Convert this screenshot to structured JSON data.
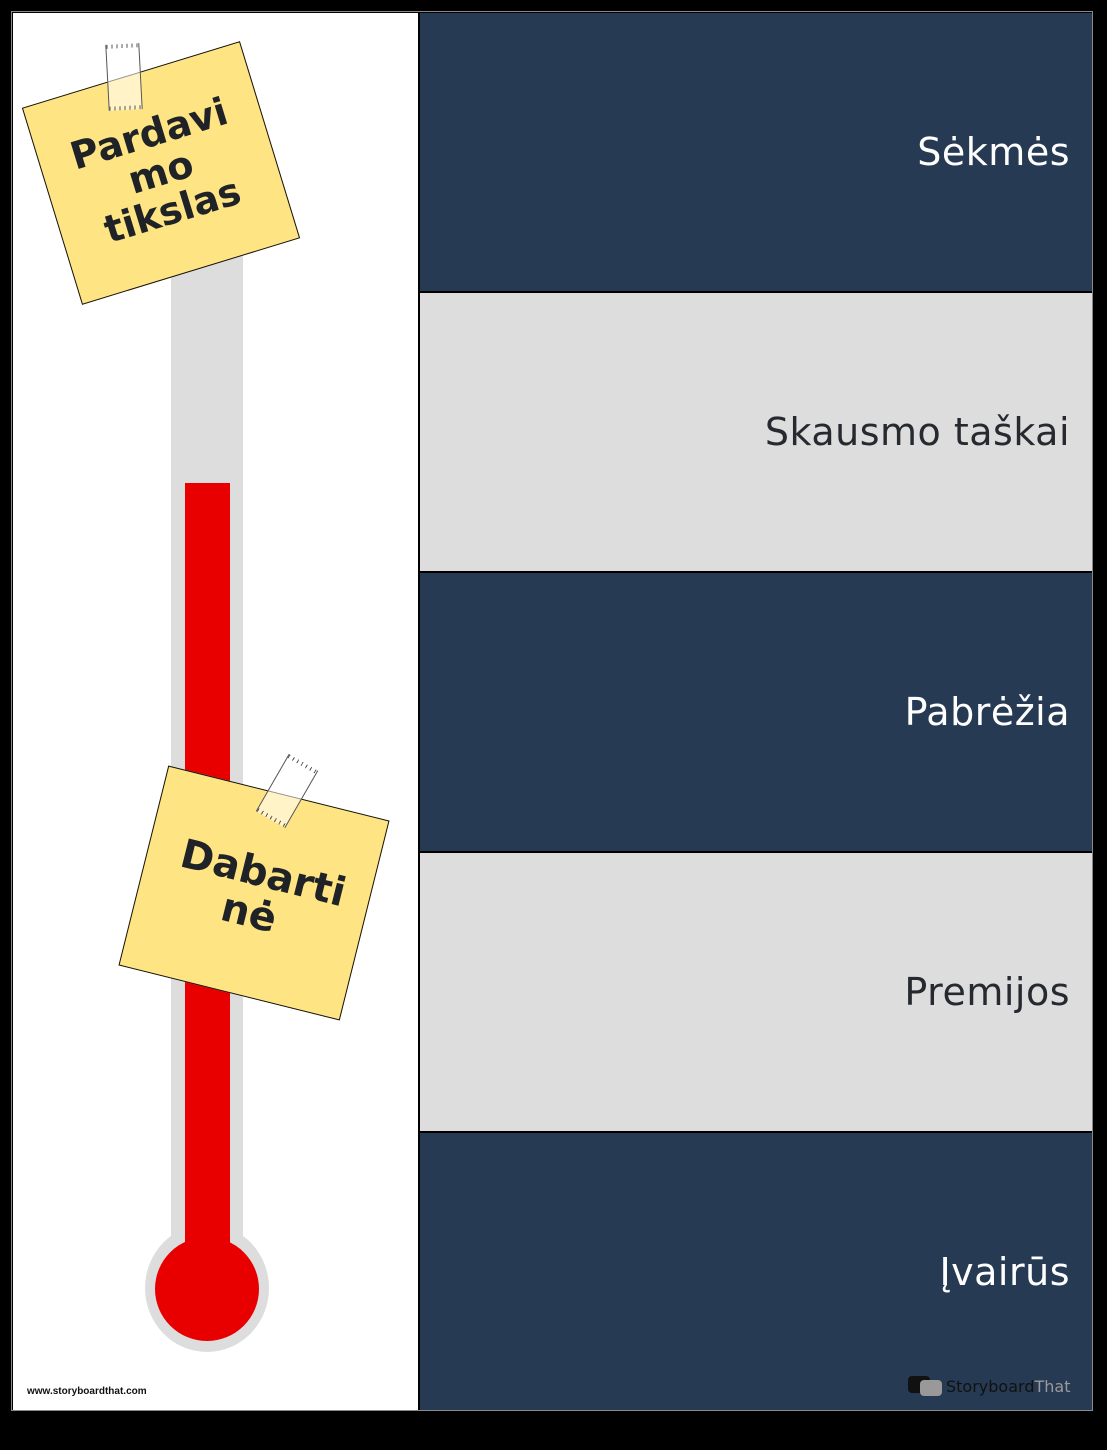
{
  "colors": {
    "dark_panel": "#263a53",
    "light_panel": "#dddddd",
    "thermometer_fill": "#e80000",
    "thermometer_tube": "#dddddd",
    "sticky_note": "#ffe484"
  },
  "thermometer": {
    "goal_note": "Pardavi mo tikslas",
    "current_note": "Dabarti nė"
  },
  "rows": [
    {
      "label": "Sėkmės",
      "style": "dark"
    },
    {
      "label": "Skausmo taškai",
      "style": "light"
    },
    {
      "label": "Pabrėžia",
      "style": "dark"
    },
    {
      "label": "Premijos",
      "style": "light"
    },
    {
      "label": "Įvairūs",
      "style": "dark"
    }
  ],
  "footer": {
    "url": "www.storyboardthat.com",
    "brand_part1": "Storyboard",
    "brand_part2": "That"
  }
}
